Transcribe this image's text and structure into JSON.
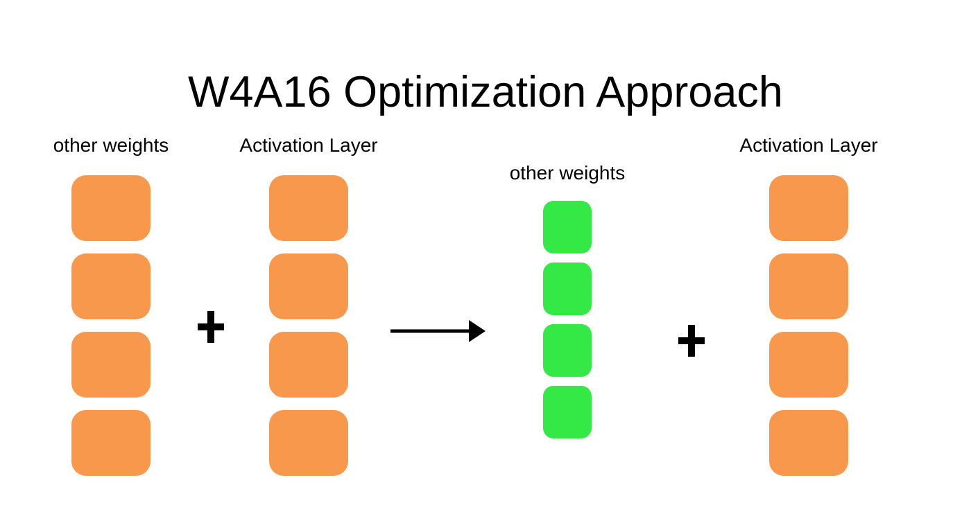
{
  "title": "W4A16 Optimization Approach",
  "colors": {
    "block_orange": "#F8984D",
    "block_green": "#34E845",
    "text": "#000000",
    "background": "#FFFFFF"
  },
  "diagram": {
    "columns": [
      {
        "label": "other weights",
        "block_color": "orange",
        "block_count": 4,
        "block_name": "fp16-weight-block"
      },
      {
        "label": "Activation Layer",
        "block_color": "orange",
        "block_count": 4,
        "block_name": "activation-block"
      },
      {
        "label": "other weights",
        "block_color": "green",
        "block_count": 4,
        "block_name": "quantized-weight-block"
      },
      {
        "label": "Activation Layer",
        "block_color": "orange",
        "block_count": 4,
        "block_name": "activation-block"
      }
    ],
    "operators": [
      {
        "symbol": "+",
        "name": "plus-operator-left"
      },
      {
        "symbol": "→",
        "name": "transform-arrow"
      },
      {
        "symbol": "+",
        "name": "plus-operator-right"
      }
    ]
  }
}
